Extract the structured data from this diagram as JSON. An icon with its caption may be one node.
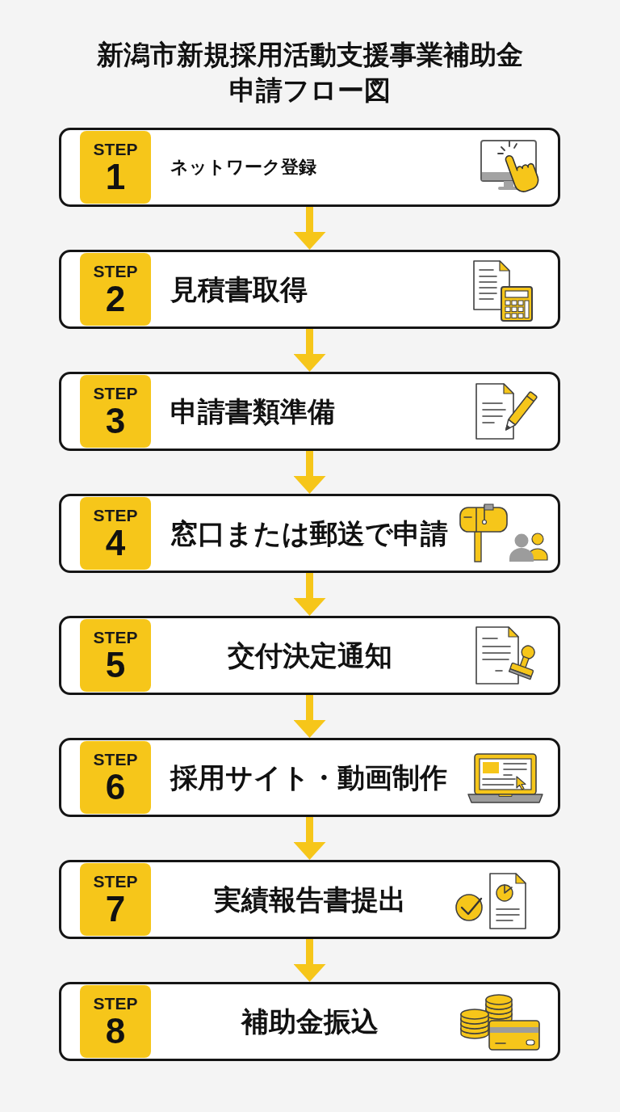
{
  "diagram": {
    "title": "新潟市新規採用活動支援事業補助金申請フロー図",
    "nodes": [
      {
        "text": [
          "ネットワーク登録"
        ]
      },
      {
        "text": [
          "STEP",
          "1"
        ],
        "in": 0
      },
      {
        "text": [
          "見積書取得"
        ]
      },
      {
        "text": [
          "STEP",
          "2"
        ],
        "in": 2
      },
      {
        "text": [
          "申請書類準備"
        ]
      },
      {
        "text": [
          "STEP",
          "3"
        ],
        "in": 4
      },
      {
        "text": [
          "窓口または郵送で申請"
        ]
      },
      {
        "text": [
          "STEP",
          "4"
        ],
        "in": 6
      },
      {
        "text": [
          "交付決定通知"
        ]
      },
      {
        "text": [
          "STEP",
          "5"
        ],
        "in": 8
      },
      {
        "text": [
          "採用サイト・動画制作"
        ]
      },
      {
        "text": [
          "STEP",
          "6"
        ],
        "in": 10
      },
      {
        "text": [
          "実績報告書提出"
        ]
      },
      {
        "text": [
          "STEP",
          "7"
        ],
        "in": 12
      },
      {
        "text": [
          "補助金振込"
        ]
      },
      {
        "text": [
          "STEP",
          "8"
        ],
        "in": 14
      }
    ],
    "edges": [
      {
        "from": 0,
        "to": 2,
        "arrow": "to"
      },
      {
        "from": 2,
        "to": 4,
        "arrow": "to"
      },
      {
        "from": 4,
        "to": 6,
        "arrow": "to"
      },
      {
        "from": 6,
        "to": 8,
        "arrow": "to"
      },
      {
        "from": 8,
        "to": 10,
        "arrow": "to"
      },
      {
        "from": 10,
        "to": 12,
        "arrow": "to"
      },
      {
        "from": 12,
        "to": 14,
        "arrow": "to"
      }
    ]
  }
}
